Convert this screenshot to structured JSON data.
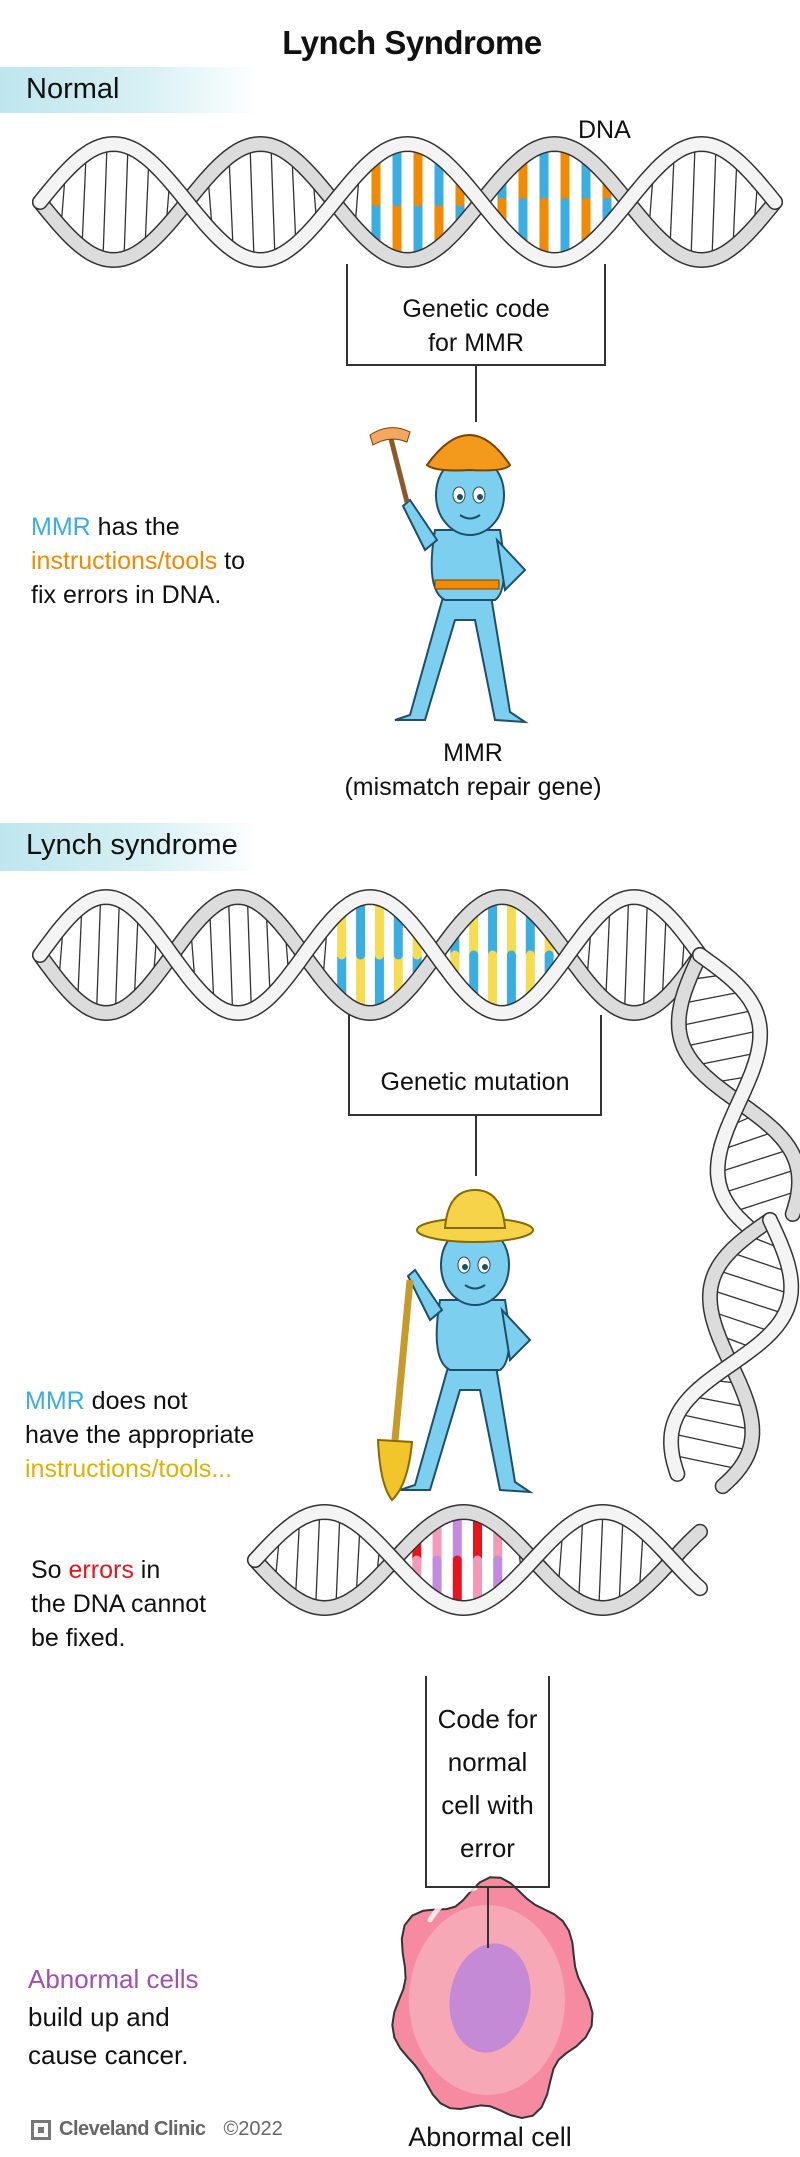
{
  "title": "Lynch Syndrome",
  "normal": {
    "section_label": "Normal",
    "dna_label": "DNA",
    "box_label_lines": [
      "Genetic code",
      "for MMR"
    ],
    "description": {
      "mmr": "MMR",
      "has_the": " has the",
      "tools": "instructions/tools",
      "to": " to",
      "line3": "fix errors in DNA."
    },
    "character_label_lines": [
      "MMR",
      "(mismatch repair gene)"
    ],
    "base_colors": [
      "#3aaee0",
      "#f08a00"
    ]
  },
  "lynch": {
    "section_label": "Lynch syndrome",
    "box_label": "Genetic mutation",
    "description": {
      "mmr": "MMR",
      "line1_rest": " does not",
      "line2": "have the appropriate",
      "tools": "instructions/tools..."
    },
    "errors_text": {
      "so": "So ",
      "errors": "errors",
      "in": " in",
      "line2": "the DNA cannot",
      "line3": "be fixed."
    },
    "error_box_lines": [
      "Code for",
      "normal",
      "cell with",
      "error"
    ],
    "abnormal_text": {
      "line1": "Abnormal cells",
      "line2": "build up and",
      "line3": "cause cancer."
    },
    "cell_label": "Abnormal cell",
    "base_colors": [
      "#3aaee0",
      "#f5dc50"
    ],
    "error_colors": [
      "#f49ab8",
      "#c48ae0",
      "#e8141c"
    ]
  },
  "footer": {
    "brand": "Cleveland Clinic",
    "copyright": "©2022"
  }
}
